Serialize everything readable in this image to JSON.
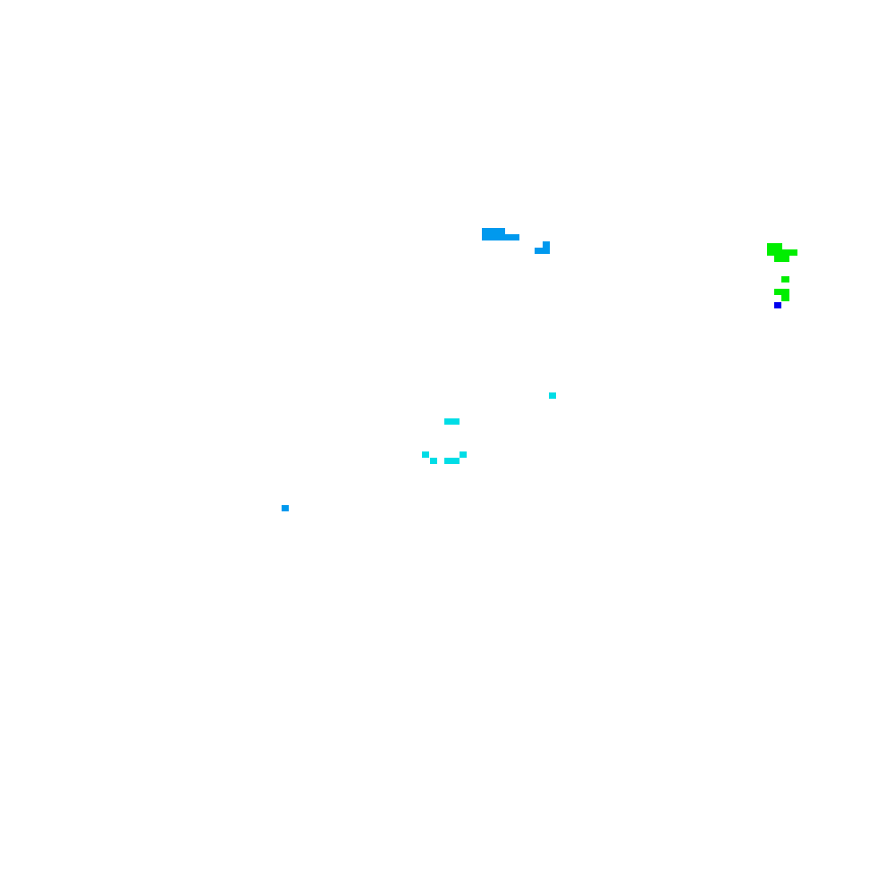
{
  "background": "#ffffff",
  "palette": {
    "azure": "#0099ee",
    "cyan": "#00dde6",
    "green": "#00ee00",
    "blue": "#0000ee"
  },
  "clusters": [
    {
      "name": "azure-blob-upper",
      "color_key": "azure"
    },
    {
      "name": "azure-blob-small",
      "color_key": "azure"
    },
    {
      "name": "green-blob-top",
      "color_key": "green"
    },
    {
      "name": "green-blob-middle",
      "color_key": "green"
    },
    {
      "name": "green-blob-lower",
      "color_key": "green"
    },
    {
      "name": "blue-dot",
      "color_key": "blue"
    },
    {
      "name": "cyan-dot-upper",
      "color_key": "cyan"
    },
    {
      "name": "cyan-arc",
      "color_key": "cyan"
    },
    {
      "name": "azure-dot-lower-left",
      "color_key": "azure"
    }
  ]
}
